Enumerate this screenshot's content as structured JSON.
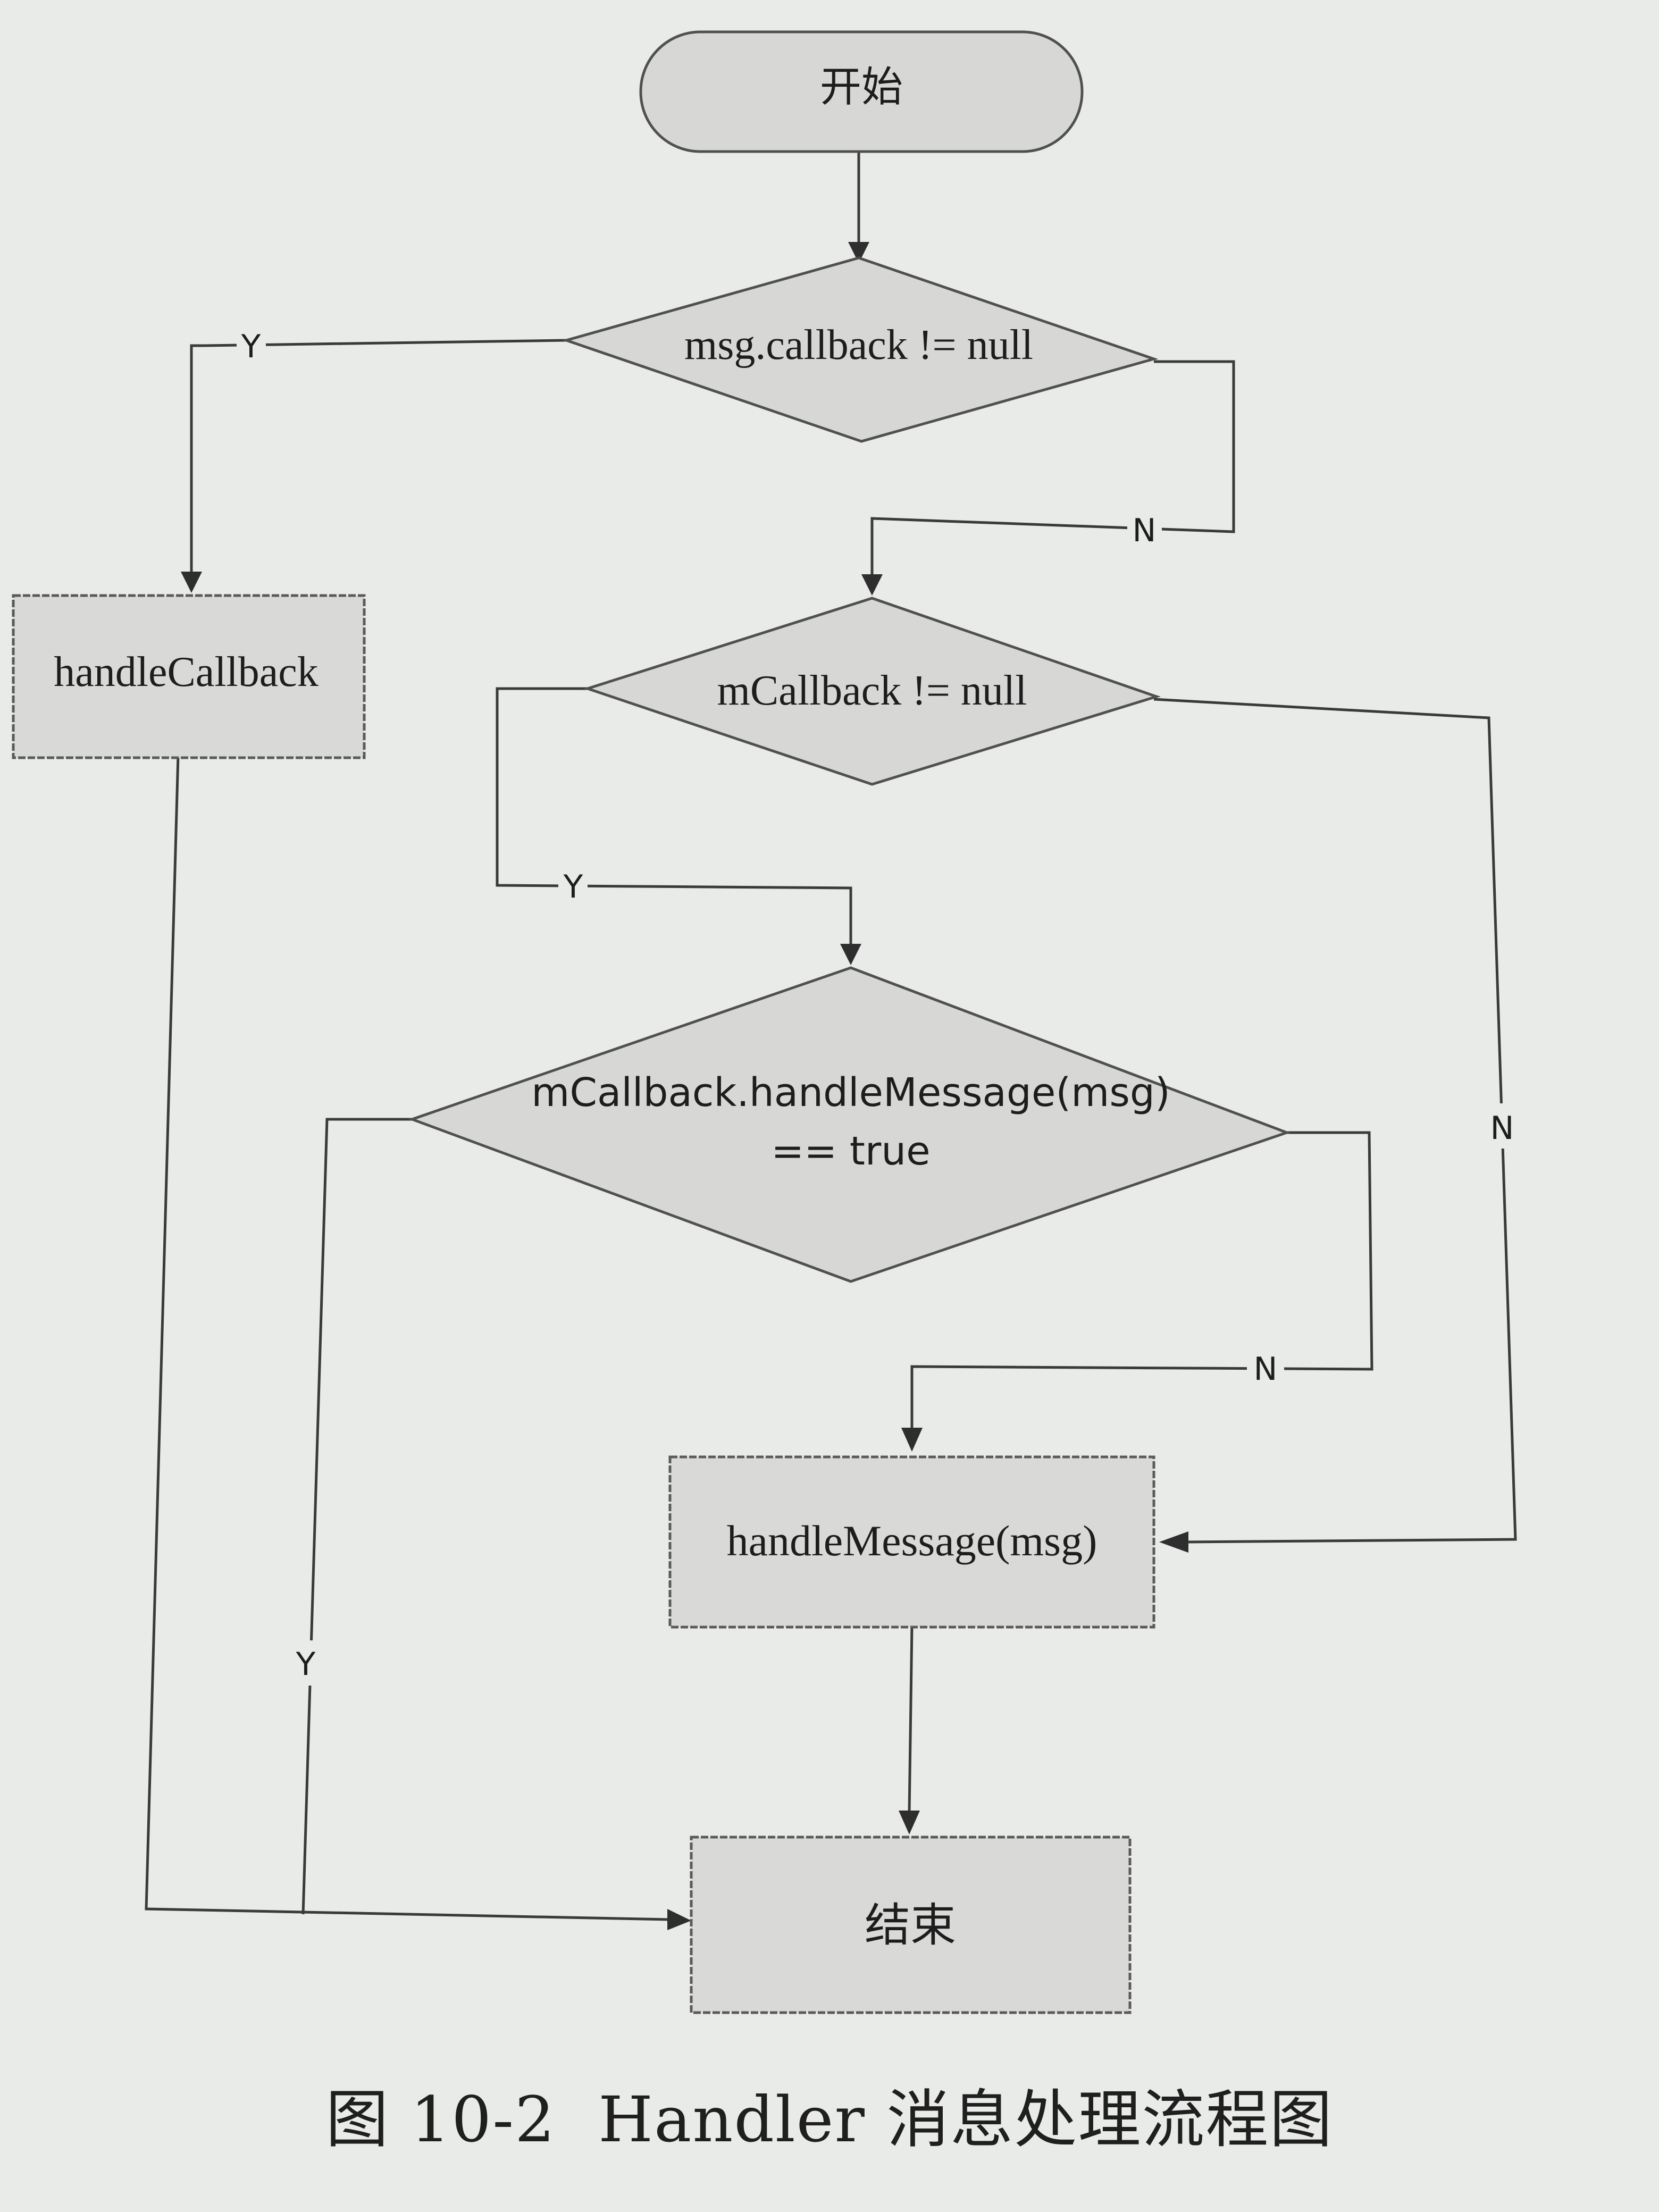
{
  "nodes": {
    "start": "开始",
    "d1": "msg.callback != null",
    "handle_callback": "handleCallback",
    "d2": "mCallback != null",
    "d3_line1": "mCallback.handleMessage(msg)",
    "d3_line2": "== true",
    "handle_message": "handleMessage(msg)",
    "end": "结束"
  },
  "edge_labels": {
    "d1_yes": "Y",
    "d1_no": "N",
    "d2_yes": "Y",
    "d2_no": "N",
    "d3_no": "N",
    "d3_yes": "Y"
  },
  "caption": {
    "number": "图 10-2",
    "title": "Handler 消息处理流程图"
  }
}
